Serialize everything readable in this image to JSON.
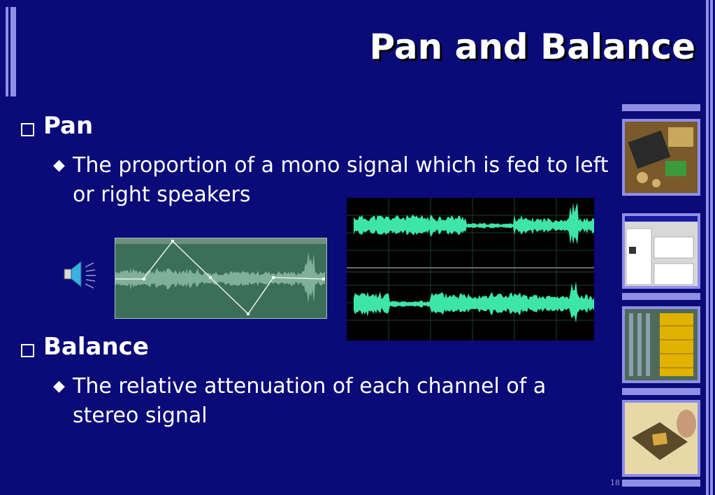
{
  "slide": {
    "title": "Pan and Balance",
    "slide_number": "18"
  },
  "sections": [
    {
      "heading": "Pan",
      "bullet": "The proportion of a mono signal which is fed to left or right speakers"
    },
    {
      "heading": "Balance",
      "bullet": "The relative attenuation of each channel of a stereo signal"
    }
  ],
  "colors": {
    "background": "#0a0a78",
    "accent": "#8f8fe6",
    "waveform_green": "#3de6a8",
    "pan_panel": "#3c6f5a"
  },
  "icons": {
    "speaker": "speaker-icon",
    "bullet1": "hollow-square",
    "bullet2": "diamond"
  }
}
